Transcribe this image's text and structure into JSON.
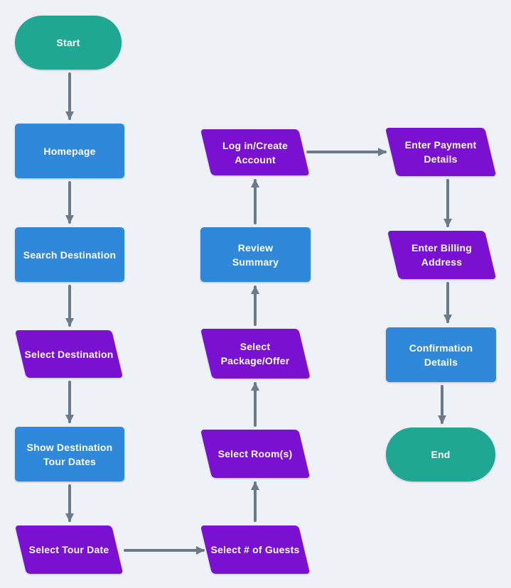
{
  "diagram": {
    "type": "flowchart",
    "colors": {
      "bg": "#eef2f6",
      "process": "#2f88da",
      "io": "#7a10d0",
      "terminal": "#20a794",
      "arrow": "#6b7a89",
      "text": "#ffffff"
    },
    "legend": {
      "terminal_shape": "stadium",
      "process_shape": "rectangle",
      "io_shape": "parallelogram"
    }
  },
  "nodes": [
    {
      "id": "start",
      "type": "terminal",
      "label": "Start",
      "lines": [
        "Start"
      ]
    },
    {
      "id": "homepage",
      "type": "process",
      "label": "Homepage",
      "lines": [
        "Homepage"
      ]
    },
    {
      "id": "search-destination",
      "type": "process",
      "label": "Search Destination",
      "lines": [
        "Search Destination"
      ]
    },
    {
      "id": "select-destination",
      "type": "io",
      "label": "Select Destination",
      "lines": [
        "Select Destination"
      ]
    },
    {
      "id": "show-destination-tour-dates",
      "type": "process",
      "label": "Show Destination Tour Dates",
      "lines": [
        "Show Destination",
        "Tour Dates"
      ]
    },
    {
      "id": "select-tour-date",
      "type": "io",
      "label": "Select Tour Date",
      "lines": [
        "Select Tour Date"
      ]
    },
    {
      "id": "log-in-create-account",
      "type": "io",
      "label": "Log in/Create Account",
      "lines": [
        "Log in/Create",
        "Account"
      ]
    },
    {
      "id": "review-summary",
      "type": "process",
      "label": "Review Summary",
      "lines": [
        "Review",
        "Summary"
      ]
    },
    {
      "id": "select-package-offer",
      "type": "io",
      "label": "Select Package/Offer",
      "lines": [
        "Select",
        "Package/Offer"
      ]
    },
    {
      "id": "select-rooms",
      "type": "io",
      "label": "Select Room(s)",
      "lines": [
        "Select Room(s)"
      ]
    },
    {
      "id": "select-number-of-guests",
      "type": "io",
      "label": "Select # of Guests",
      "lines": [
        "Select # of Guests"
      ]
    },
    {
      "id": "enter-payment-details",
      "type": "io",
      "label": "Enter Payment Details",
      "lines": [
        "Enter Payment",
        "Details"
      ]
    },
    {
      "id": "enter-billing-address",
      "type": "io",
      "label": "Enter Billing Address",
      "lines": [
        "Enter Billing",
        "Address"
      ]
    },
    {
      "id": "confirmation-details",
      "type": "process",
      "label": "Confirmation Details",
      "lines": [
        "Confirmation",
        "Details"
      ]
    },
    {
      "id": "end",
      "type": "terminal",
      "label": "End",
      "lines": [
        "End"
      ]
    }
  ],
  "edges": [
    {
      "from": "start",
      "to": "homepage"
    },
    {
      "from": "homepage",
      "to": "search-destination"
    },
    {
      "from": "search-destination",
      "to": "select-destination"
    },
    {
      "from": "select-destination",
      "to": "show-destination-tour-dates"
    },
    {
      "from": "show-destination-tour-dates",
      "to": "select-tour-date"
    },
    {
      "from": "select-tour-date",
      "to": "select-number-of-guests"
    },
    {
      "from": "select-number-of-guests",
      "to": "select-rooms"
    },
    {
      "from": "select-rooms",
      "to": "select-package-offer"
    },
    {
      "from": "select-package-offer",
      "to": "review-summary"
    },
    {
      "from": "review-summary",
      "to": "log-in-create-account"
    },
    {
      "from": "log-in-create-account",
      "to": "enter-payment-details"
    },
    {
      "from": "enter-payment-details",
      "to": "enter-billing-address"
    },
    {
      "from": "enter-billing-address",
      "to": "confirmation-details"
    },
    {
      "from": "confirmation-details",
      "to": "end"
    }
  ]
}
